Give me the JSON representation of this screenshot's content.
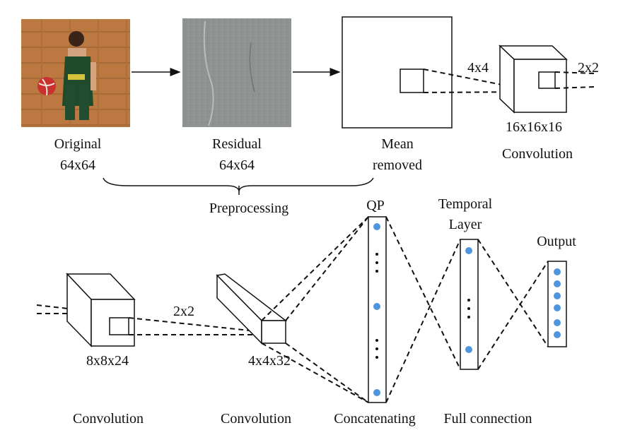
{
  "preprocessing": {
    "original": {
      "line1": "Original",
      "line2": "64x64"
    },
    "residual": {
      "line1": "Residual",
      "line2": "64x64"
    },
    "mean_removed": {
      "line1": "Mean",
      "line2": "removed"
    },
    "label": "Preprocessing"
  },
  "conv1": {
    "kernel": "4x4",
    "pool": "2x2",
    "size": "16x16x16",
    "label": "Convolution"
  },
  "conv2": {
    "pool": "2x2",
    "size": "8x8x24",
    "label": "Convolution"
  },
  "conv3": {
    "size": "4x4x32",
    "label": "Convolution"
  },
  "concat": {
    "top_label": "QP",
    "label": "Concatenating"
  },
  "fc": {
    "layer_line1": "Temporal",
    "layer_line2": "Layer",
    "label": "Full connection"
  },
  "output": {
    "label": "Output"
  },
  "colors": {
    "node_dot": "#4f95de",
    "line": "#111111",
    "residual_gray": "#8e9290"
  }
}
